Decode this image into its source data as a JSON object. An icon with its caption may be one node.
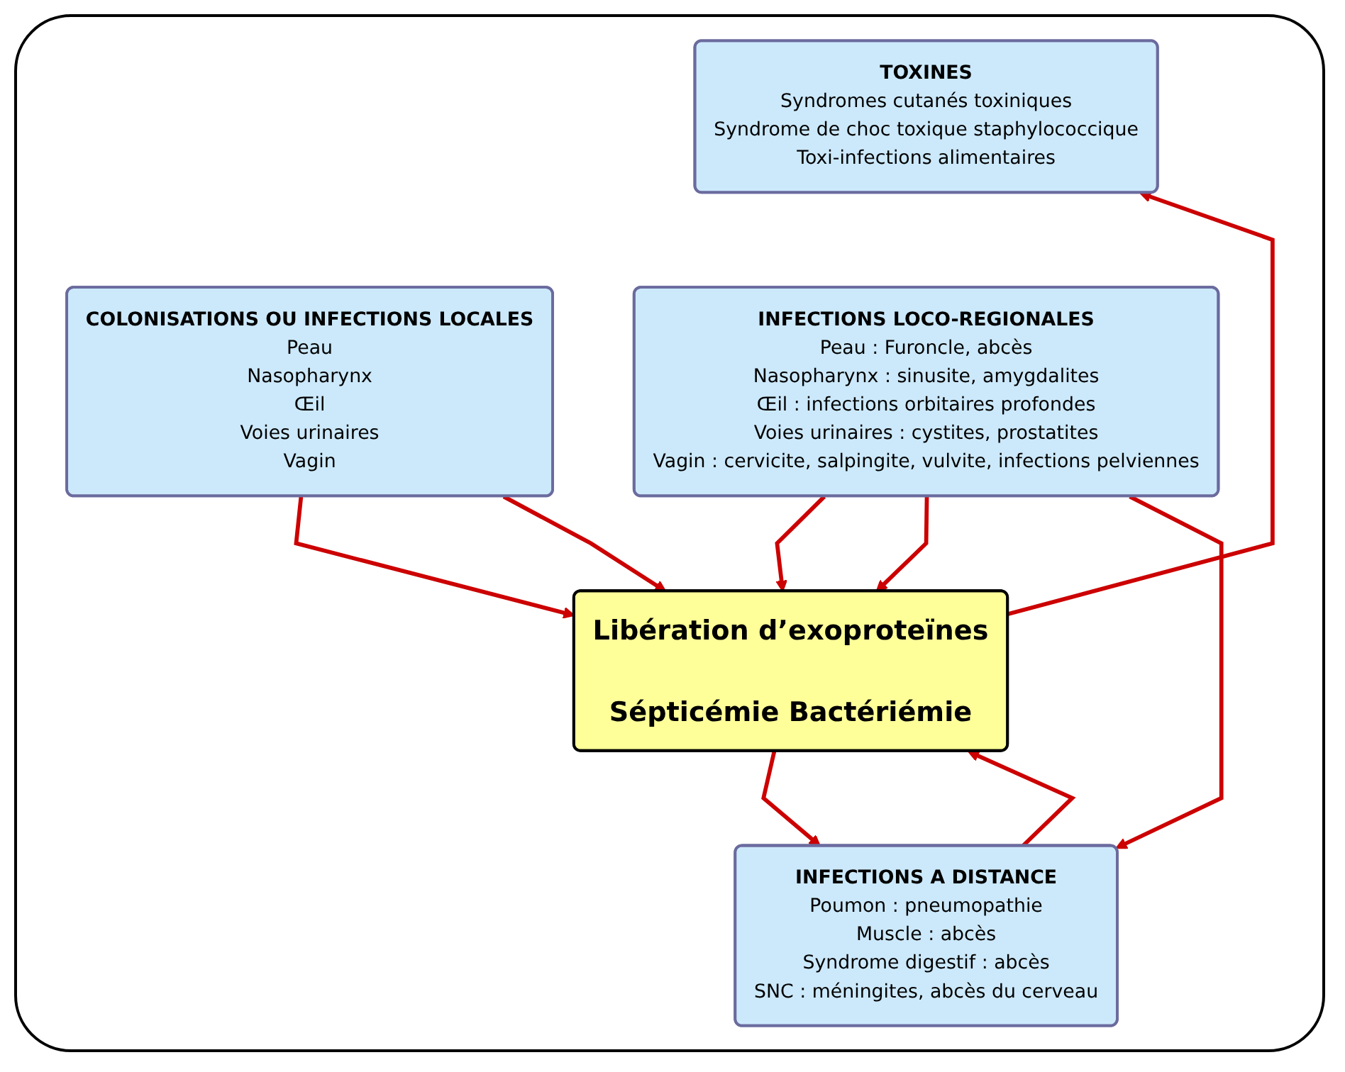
{
  "diagram": {
    "nodes": [
      {
        "text": [
          "TOXINES",
          "Syndromes cutanés toxiniques",
          "Syndrome de choc toxique staphylococcique",
          "Toxi-infections alimentaires"
        ]
      },
      {
        "text": [
          "COLONISATIONS OU INFECTIONS LOCALES",
          "Peau",
          "Nasopharynx",
          "Œil",
          "Voies urinaires",
          "Vagin"
        ]
      },
      {
        "text": [
          "Libération d’exoproteïnes",
          "Sépticémie Bactériémie"
        ]
      },
      {
        "text": [
          "INFECTIONS LOCO-REGIONALES",
          "Peau : Furoncle, abcès",
          "Nasopharynx : sinusite, amygdalites",
          "Œil : infections orbitaires profondes",
          "Voies urinaires : cystites, prostatites",
          "Vagin : cervicite, salpingite, vulvite, infections pelviennes"
        ]
      },
      {
        "text": [
          "INFECTIONS A DISTANCE",
          "Poumon : pneumopathie",
          "Muscle : abcès",
          "Syndrome digestif : abcès",
          "SNC : méningites, abcès du cerveau"
        ]
      }
    ],
    "edges": [
      {
        "from": 2,
        "to": 0,
        "arrow": "to"
      },
      {
        "from": 1,
        "to": 2,
        "arrow": "to"
      },
      {
        "from": 1,
        "to": 2,
        "arrow": "to"
      },
      {
        "from": 3,
        "to": 2,
        "arrow": "to"
      },
      {
        "from": 3,
        "to": 2,
        "arrow": "to"
      },
      {
        "from": 4,
        "to": 2,
        "arrow": "to"
      },
      {
        "from": 2,
        "to": 4,
        "arrow": "to"
      },
      {
        "from": 3,
        "to": 4,
        "arrow": "to"
      }
    ]
  }
}
